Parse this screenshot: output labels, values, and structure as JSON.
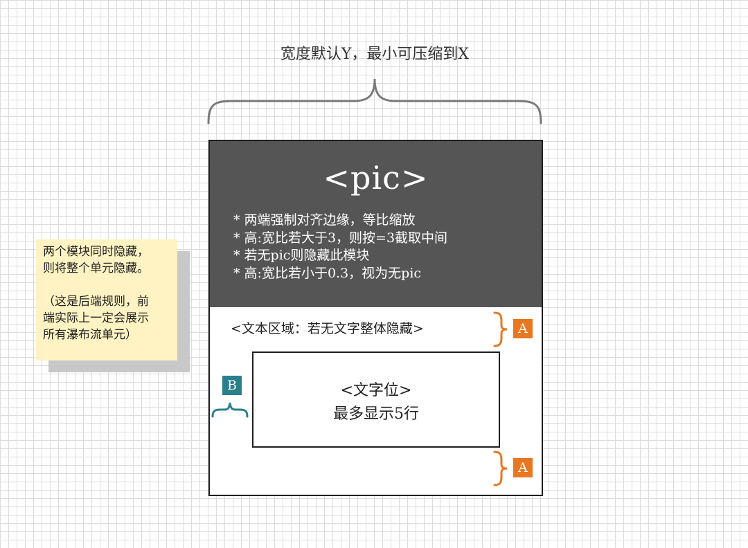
{
  "header": {
    "width_note": "宽度默认Y，最小可压缩到X"
  },
  "card": {
    "pic_title": "<pic>",
    "pic_rules": [
      "* 两端强制对齐边缘，等比缩放",
      "* 高:宽比若大于3，则按=3截取中间",
      "* 若无pic则隐藏此模块",
      "* 高:宽比若小于0.3，视为无pic"
    ],
    "text_area_label": "<文本区域：若无文字整体隐藏>",
    "text_box": {
      "line1": "<文字位>",
      "line2": "最多显示5行"
    }
  },
  "markers": {
    "a_top": "A",
    "a_bottom": "A",
    "b": "B"
  },
  "note": {
    "line1": "两个模块同时隐藏，",
    "line2": "则将整个单元隐藏。",
    "line3": "（这是后端规则，前",
    "line4": "端实际上一定会展示",
    "line5": "所有瀑布流单元）"
  },
  "colors": {
    "pic_bg": "#555555",
    "marker_a": "#e87722",
    "marker_b": "#2a7f8c",
    "note_bg": "#fff3c4",
    "brace": "#7a7a7a"
  }
}
